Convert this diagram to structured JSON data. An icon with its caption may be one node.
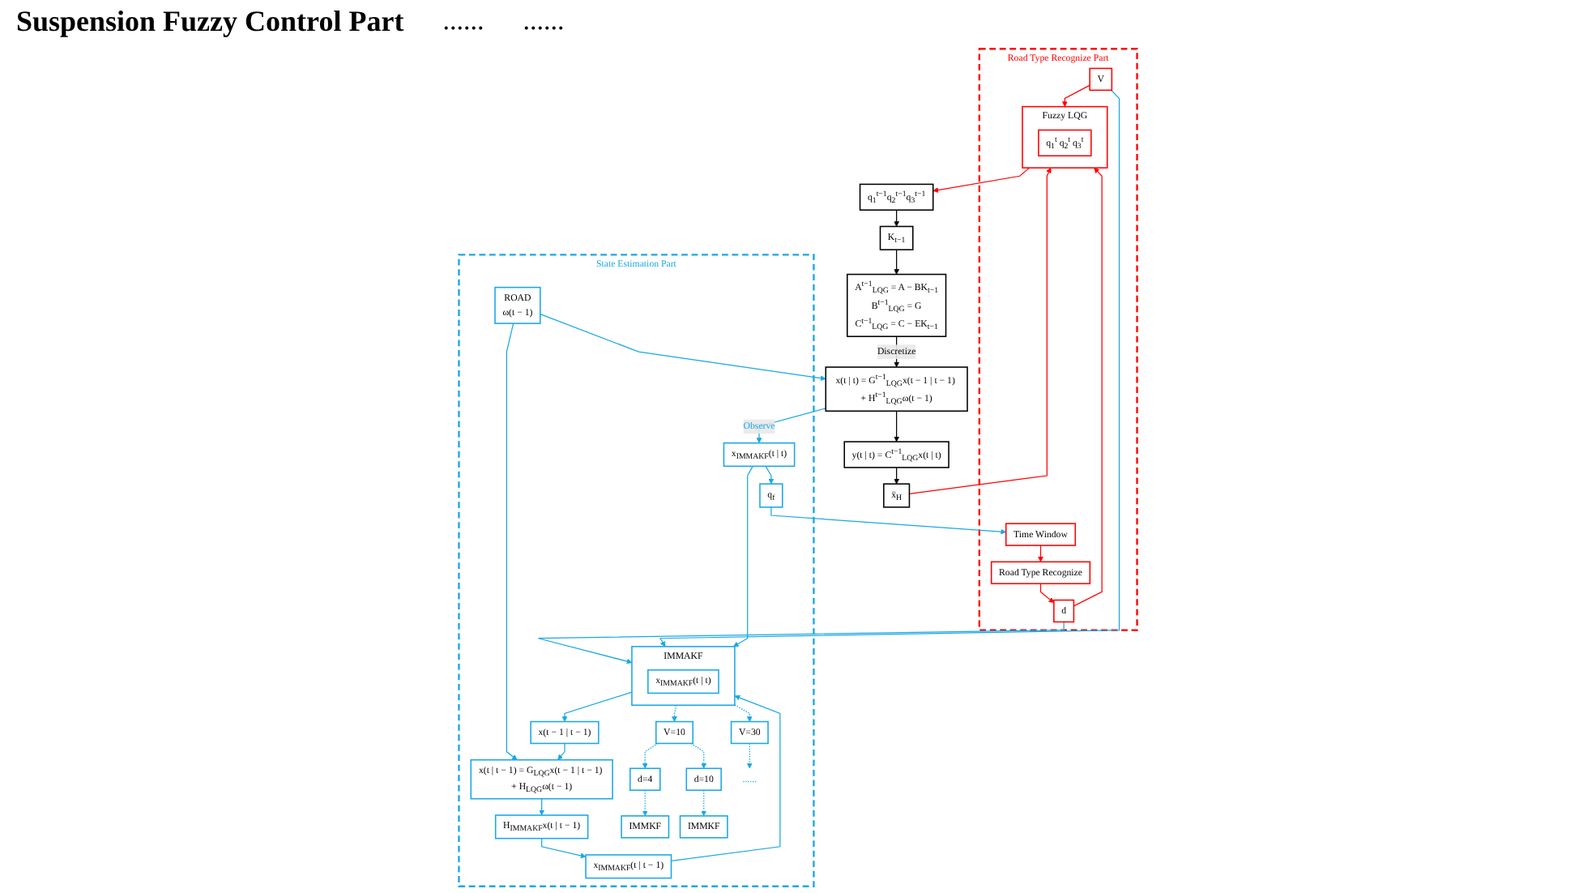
{
  "diagram": {
    "nodes": [
      {
        "text": [
          "Road Type Recognize Part"
        ]
      },
      {
        "text": [
          "Time Window"
        ],
        "in": 0
      },
      {
        "text": [
          "Road Type Recognize"
        ],
        "in": 0
      },
      {
        "text": [
          "d"
        ],
        "in": 0
      },
      {
        "text": [
          "V"
        ],
        "in": 0
      },
      {
        "text": [
          "Fuzzy LQG"
        ],
        "in": 0
      },
      {
        "text": [
          "q$_{1}$$^{t}$ q$_{2}$$^{t}$ q$_{3}$$^{t}$"
        ],
        "in": 5
      },
      {
        "text": [
          "q$_{1}$$^{t−1}$q$_{2}$$^{t−1}$q$_{3}$$^{t−1}$"
        ]
      },
      {
        "text": [
          "K$_{t−1}$"
        ]
      },
      {
        "text": [
          "A$^{t−1}$$_{LQG}$ = A − BK$_{t−1}$",
          "B$^{t−1}$$_{LQG}$ = G",
          "C$^{t−1}$$_{LQG}$ = C − EK$_{t−1}$"
        ]
      },
      {
        "text": [
          "x(t | t) = G$^{t−1}$$_{LQG}$x(t − 1 | t − 1) + H$^{t−1}$$_{LQG}$ω(t − 1)"
        ]
      },
      {
        "text": [
          "y(t | t) = C$^{t−1}$$_{LQG}$x(t | t)"
        ]
      },
      {
        "text": [
          "ẍ$_{H}$"
        ]
      },
      {
        "text": [
          "State Estimation Part"
        ]
      },
      {
        "text": [
          "x(t − 1 | t − 1)"
        ],
        "in": 13
      },
      {
        "text": [
          "ROAD",
          "ω(t − 1)"
        ],
        "in": 13
      },
      {
        "text": [
          "x(t | t − 1) = G$_{LQG}$x(t − 1 | t − 1) + H$_{LQG}$ω(t − 1)"
        ],
        "in": 13
      },
      {
        "text": [
          "H$_{IMMAKF}$x(t | t − 1)"
        ],
        "in": 13
      },
      {
        "text": [
          "x$_{IMMAKF}$(t | t)"
        ],
        "in": 13
      },
      {
        "text": [
          "x$_{IMMAKF}$(t | t − 1)"
        ],
        "in": 13
      },
      {
        "text": [
          "q$_{f}$"
        ],
        "in": 13
      },
      {
        "text": [
          "IMMAKF"
        ],
        "in": 13
      },
      {
        "text": [
          "x$_{IMMAKF}$(t | t)"
        ],
        "in": 21
      },
      {
        "text": [
          "V=10"
        ],
        "in": 13
      },
      {
        "text": [
          "V=30"
        ],
        "in": 13
      },
      {
        "text": [
          "d=4"
        ],
        "in": 13
      },
      {
        "text": [
          "d=10"
        ],
        "in": 13
      },
      {
        "text": [
          "IMMKF"
        ],
        "in": 13
      },
      {
        "text": [
          "IMMKF"
        ],
        "in": 13
      },
      {
        "text": [
          "......"
        ],
        "in": 13
      }
    ],
    "edges": [
      {
        "from": 5,
        "to": 7,
        "arrow": "to",
        "color": "#ff0000"
      },
      {
        "from": 7,
        "to": 8,
        "arrow": "to",
        "color": "#000000"
      },
      {
        "from": 8,
        "to": 9,
        "arrow": "to",
        "color": "#000000"
      },
      {
        "from": 9,
        "to": 10,
        "arrow": "to",
        "label": "Discretize",
        "color": "#000000"
      },
      {
        "from": 10,
        "to": 11,
        "arrow": "to",
        "color": "#000000"
      },
      {
        "from": 11,
        "to": 12,
        "arrow": "to",
        "color": "#000000"
      },
      {
        "from": 12,
        "to": 5,
        "arrow": "to",
        "color": "#ff0000"
      },
      {
        "from": 1,
        "to": 2,
        "arrow": "to",
        "color": "#ff0000"
      },
      {
        "from": 2,
        "to": 3,
        "arrow": "to",
        "color": "#ff0000"
      },
      {
        "from": 3,
        "to": 5,
        "arrow": "to",
        "color": "#ff0000"
      },
      {
        "from": 4,
        "to": 5,
        "arrow": "to",
        "color": "#ff0000"
      },
      {
        "from": 20,
        "to": 1,
        "arrow": "to"
      },
      {
        "from": 3,
        "to": 21,
        "arrow": "to"
      },
      {
        "from": 4,
        "to": 21,
        "arrow": "to"
      },
      {
        "from": 15,
        "to": 10,
        "arrow": "to"
      },
      {
        "from": 10,
        "to": 18,
        "arrow": "to",
        "label": "Observe"
      },
      {
        "from": 15,
        "to": 16,
        "arrow": "to"
      },
      {
        "from": 14,
        "to": 16,
        "arrow": "to"
      },
      {
        "from": 16,
        "to": 17,
        "arrow": "to"
      },
      {
        "from": 17,
        "to": 19,
        "arrow": "to"
      },
      {
        "from": 18,
        "to": 20,
        "arrow": "to"
      },
      {
        "from": 18,
        "to": 21,
        "arrow": "to"
      },
      {
        "from": 19,
        "to": 21,
        "arrow": "to"
      },
      {
        "from": 21,
        "to": 14,
        "arrow": "to"
      },
      {
        "from": 21,
        "to": 23,
        "arrow": "to",
        "style": "dashed"
      },
      {
        "from": 21,
        "to": 24,
        "arrow": "to",
        "style": "dashed"
      },
      {
        "from": 23,
        "to": 25,
        "arrow": "to",
        "style": "dashed"
      },
      {
        "from": 23,
        "to": 26,
        "arrow": "to",
        "style": "dashed"
      },
      {
        "from": 25,
        "to": 27,
        "arrow": "to",
        "style": "dashed"
      },
      {
        "from": 26,
        "to": 28,
        "arrow": "to",
        "style": "dashed"
      },
      {
        "from": 24,
        "to": 29,
        "arrow": "to",
        "style": "dashed"
      }
    ],
    "labels": [
      "Suspension Fuzzy Control Part",
      "......",
      "......"
    ]
  }
}
